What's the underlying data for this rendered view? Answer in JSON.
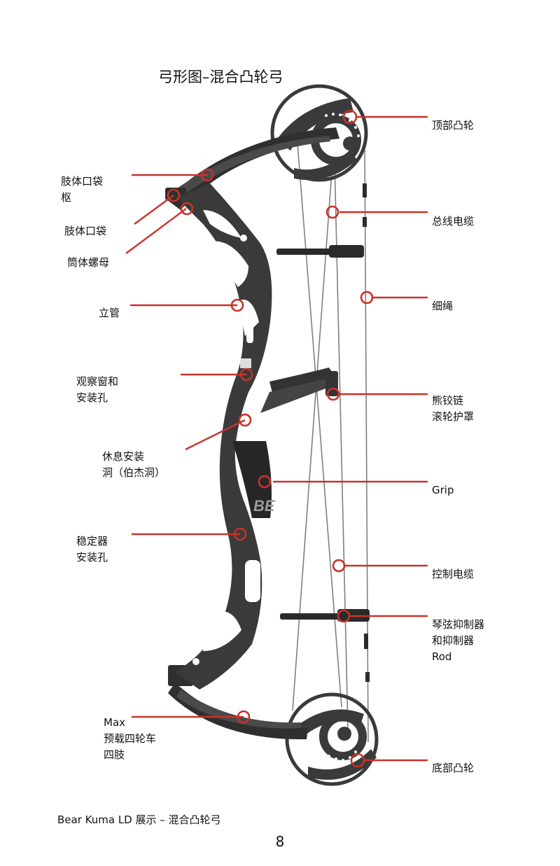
{
  "title": "弓形图–混合凸轮弓",
  "labels_left": [
    {
      "id": "limb-pocket-pivot",
      "text": "肢体口袋\n枢"
    },
    {
      "id": "limb-pocket",
      "text": "肢体口袋"
    },
    {
      "id": "barrel-nut",
      "text": "筒体螺母"
    },
    {
      "id": "riser",
      "text": "立管"
    },
    {
      "id": "sight-window",
      "text": "观察窗和\n安装孔"
    },
    {
      "id": "rest-mount",
      "text": "休息安装\n洞（伯杰洞）"
    },
    {
      "id": "stabilizer-mount",
      "text": "稳定器\n安装孔"
    },
    {
      "id": "max-preload-limbs",
      "text": "Max\n预载四轮车\n四肢"
    }
  ],
  "labels_right": [
    {
      "id": "top-cam",
      "text": "顶部凸轮"
    },
    {
      "id": "bus-cable",
      "text": "总线电缆"
    },
    {
      "id": "string",
      "text": "细绳"
    },
    {
      "id": "roller-guard",
      "text": "熊铰链\n滚轮护罩"
    },
    {
      "id": "grip",
      "text": "Grip"
    },
    {
      "id": "control-cable",
      "text": "控制电缆"
    },
    {
      "id": "string-suppressor",
      "text": "琴弦抑制器\n和抑制器\nRod"
    },
    {
      "id": "bottom-cam",
      "text": "底部凸轮"
    }
  ],
  "riser_logo": "BE",
  "caption": "Bear Kuma LD 展示 – 混合凸轮弓",
  "page_number": "8",
  "colors": {
    "callout": "#c8322a",
    "bow": "#3a3a3a",
    "bow_dark": "#262626",
    "cable": "#777777"
  }
}
